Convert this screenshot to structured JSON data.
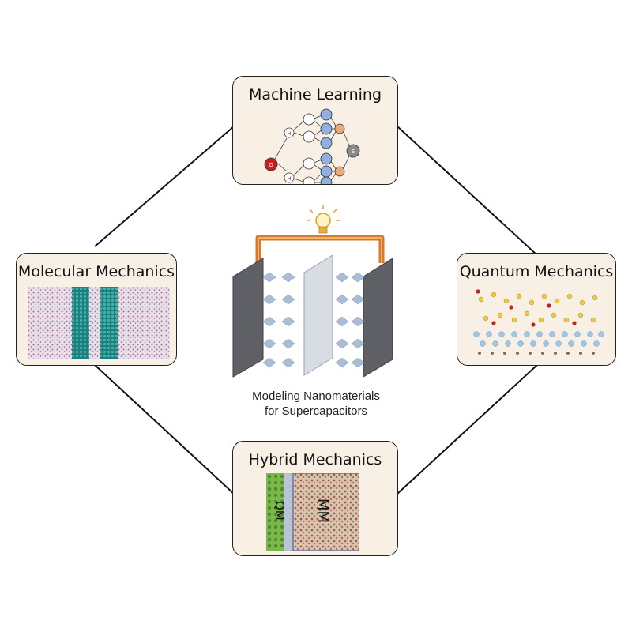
{
  "center": {
    "caption_line1": "Modeling Nanomaterials",
    "caption_line2": "for Supercapacitors"
  },
  "boxes": {
    "machine_learning": {
      "title": "Machine Learning",
      "nodes": {
        "o": "O",
        "h1": "H",
        "h2": "H",
        "e": "E"
      }
    },
    "molecular_mechanics": {
      "title": "Molecular Mechanics"
    },
    "quantum_mechanics": {
      "title": "Quantum Mechanics"
    },
    "hybrid_mechanics": {
      "title": "Hybrid Mechanics",
      "qm_label": "QM",
      "mm_label": "MM"
    }
  },
  "colors": {
    "box_fill": "#f8efe5",
    "wire": "#d7782a",
    "electrode": "#5f5f66",
    "separator": "#d8dde4",
    "ion": "#a9bdd6",
    "nanotube": "#2a9a96",
    "node_blue": "#8fb0e0",
    "node_orange": "#f0a878",
    "node_red": "#c4201e",
    "node_gray": "#8a8a8a"
  }
}
